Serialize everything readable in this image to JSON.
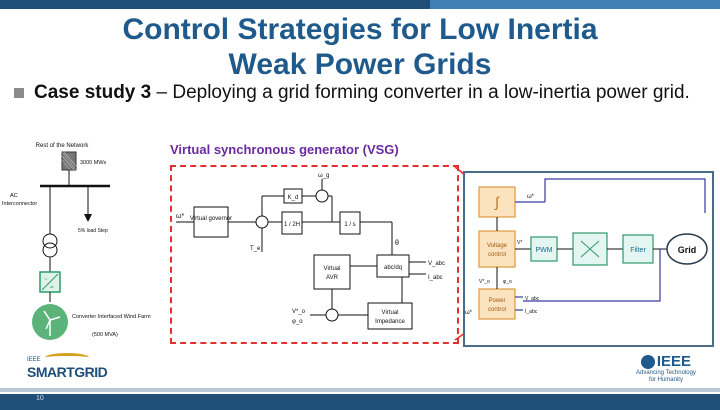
{
  "title": {
    "line1": "Control Strategies for Low Inertia",
    "line2": "Weak Power Grids"
  },
  "case_study": {
    "label": "Case study 3",
    "text": " – Deploying a grid forming converter in a low-inertia power grid."
  },
  "left_diagram": {
    "network_label": "Rest of the Network",
    "mw_label": "3000 MWs",
    "ac_label": "AC",
    "interconnector_label": "Interconnector",
    "load_step_label": "5% load Step",
    "farm_label": "Converter Interfaced Wind Farm",
    "farm_rating": "(500 MVA)"
  },
  "vsg": {
    "title": "Virtual synchronous generator (VSG)",
    "blocks": {
      "governor": "Virtual governor",
      "kd": "K_d",
      "inertia": "1 / 2H",
      "integrator": "1 / s",
      "avr_line1": "Virtual",
      "avr_line2": "AVR",
      "abc_dq": "abc/dq",
      "impedance_line1": "Virtual",
      "impedance_line2": "Impedance"
    },
    "signals": {
      "omega_ref": "ω*",
      "omega_g": "ω_g",
      "te": "T_e",
      "theta": "θ",
      "v_abc": "V_abc",
      "i_abc": "I_abc",
      "v_out": "V*_o",
      "phi_out": "φ_o"
    }
  },
  "control": {
    "integrator": "∫",
    "voltage_control_line1": "Voltage",
    "voltage_control_line2": "control",
    "power_control_line1": "Power",
    "power_control_line2": "control",
    "pwm": "PWM",
    "filter": "Filter",
    "grid": "Grid",
    "omega_star": "ω*",
    "omega_in": "ω*",
    "v_abc": "V_abc",
    "i_abc": "I_abc",
    "v_star": "V*",
    "v_o": "V*_o",
    "phi_o": "φ_o"
  },
  "footer": {
    "ieee_small": "IEEE",
    "smartgrid": "SMARTGRID",
    "ieee_logo": "IEEE",
    "ieee_tagline1": "Advancing Technology",
    "ieee_tagline2": "for Humanity",
    "slide_number": "10"
  },
  "colors": {
    "title": "#1f5a8c",
    "vsg_title": "#6a2aa0",
    "dashed_border": "#e03030",
    "control_block_fill": "#fbe3c0",
    "green_block_border": "#2e9a6a",
    "footer_bar": "#1f4e79"
  }
}
